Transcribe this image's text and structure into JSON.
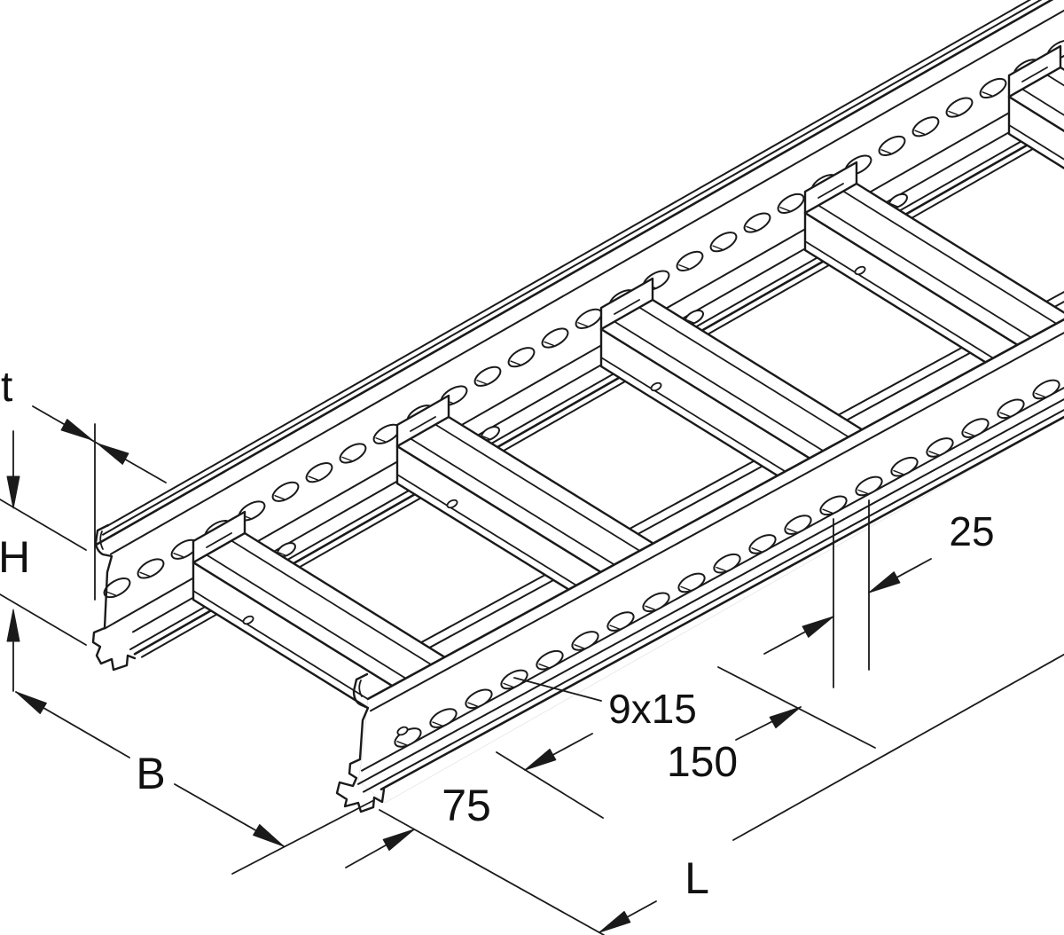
{
  "drawing": {
    "kind": "technical line drawing",
    "subject": "perforated cable ladder (isometric view) with dimension callouts",
    "background_color": "#ffffff",
    "line_color": "#1a1a1a"
  },
  "labels": {
    "material_thickness": "t",
    "side_rail_height": "H",
    "ladder_width": "B",
    "end_to_rung_offset": "75",
    "rung_spacing": "150",
    "slot_size": "9x15",
    "slot_pitch": "25",
    "ladder_length": "L"
  }
}
